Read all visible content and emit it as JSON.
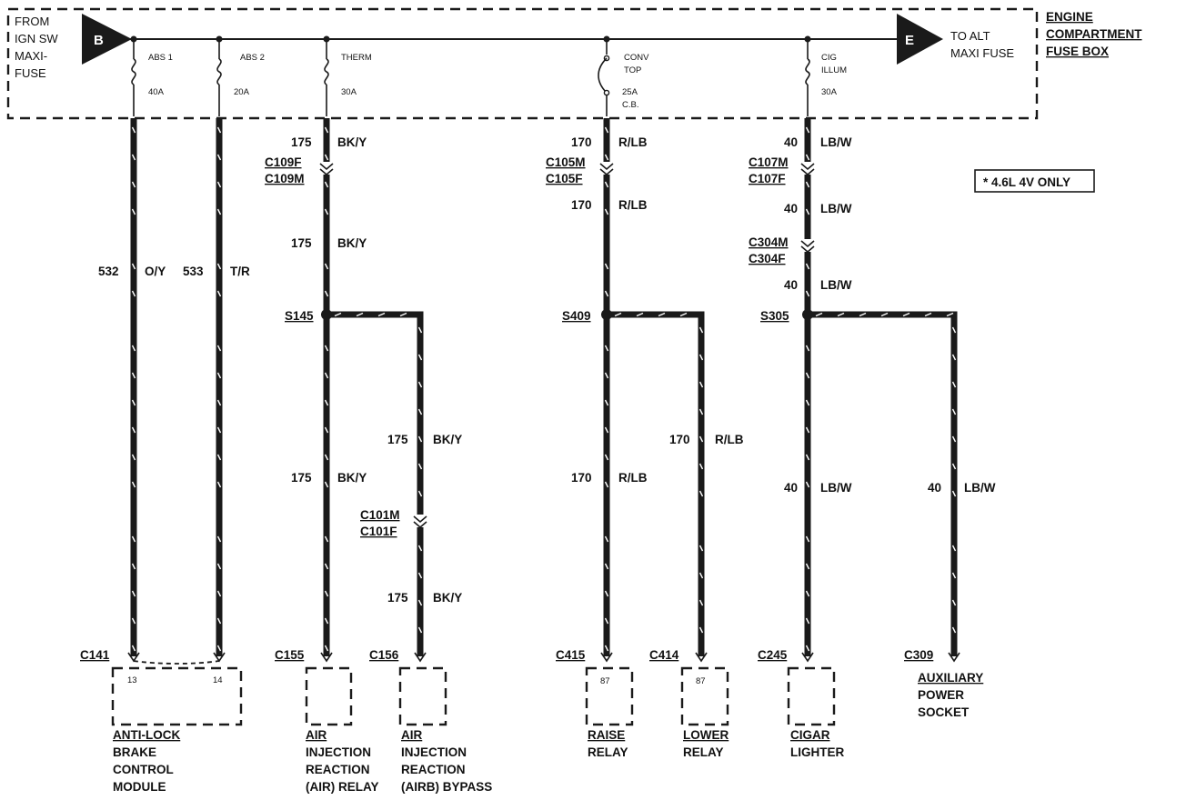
{
  "fuse_box": {
    "name": [
      "ENGINE",
      "COMPARTMENT",
      "FUSE BOX"
    ],
    "from_label": [
      "FROM",
      "IGN SW",
      "MAXI-",
      "FUSE"
    ],
    "to_label": [
      "TO ALT",
      "MAXI FUSE"
    ],
    "connector_in": "B",
    "connector_out": "E",
    "fuses": [
      {
        "name": "ABS 1",
        "rating": "40A"
      },
      {
        "name": "ABS 2",
        "rating": "20A"
      },
      {
        "name": "THERM",
        "rating": "30A"
      },
      {
        "name_lines": [
          "CONV",
          "TOP"
        ],
        "rating_lines": [
          "25A",
          "C.B."
        ]
      },
      {
        "name_lines": [
          "CIG",
          "ILLUM"
        ],
        "rating": "30A"
      }
    ]
  },
  "note": "* 4.6L 4V ONLY",
  "circuits": {
    "c532": {
      "number": "532",
      "color": "O/Y"
    },
    "c533": {
      "number": "533",
      "color": "T/R"
    },
    "c175": {
      "number": "175",
      "color": "BK/Y"
    },
    "c170": {
      "number": "170",
      "color": "R/LB"
    },
    "c40": {
      "number": "40",
      "color": "LB/W"
    }
  },
  "connectors": {
    "c109": [
      "C109F",
      "C109M"
    ],
    "c105": [
      "C105M",
      "C105F"
    ],
    "c107": [
      "C107M",
      "C107F"
    ],
    "c304": [
      "C304M",
      "C304F"
    ],
    "c101": [
      "C101M",
      "C101F"
    ]
  },
  "splices": {
    "s145": "S145",
    "s409": "S409",
    "s305": "S305"
  },
  "components": {
    "abs": {
      "connector": "C141",
      "pins": [
        "13",
        "14"
      ],
      "name": [
        "ANTI-LOCK",
        "BRAKE",
        "CONTROL",
        "MODULE"
      ]
    },
    "air_relay": {
      "connector": "C155",
      "name": [
        "AIR",
        "INJECTION",
        "REACTION",
        "(AIR) RELAY"
      ]
    },
    "airb_bypass": {
      "connector": "C156",
      "name": [
        "AIR",
        "INJECTION",
        "REACTION",
        "(AIRB) BYPASS"
      ]
    },
    "raise_relay": {
      "connector": "C415",
      "pin": "87",
      "name": [
        "RAISE",
        "RELAY"
      ]
    },
    "lower_relay": {
      "connector": "C414",
      "pin": "87",
      "name": [
        "LOWER",
        "RELAY"
      ]
    },
    "cigar_lighter": {
      "connector": "C245",
      "name": [
        "CIGAR",
        "LIGHTER"
      ]
    },
    "aux_socket": {
      "connector": "C309",
      "name": [
        "AUXILIARY",
        "POWER",
        "SOCKET"
      ]
    }
  }
}
